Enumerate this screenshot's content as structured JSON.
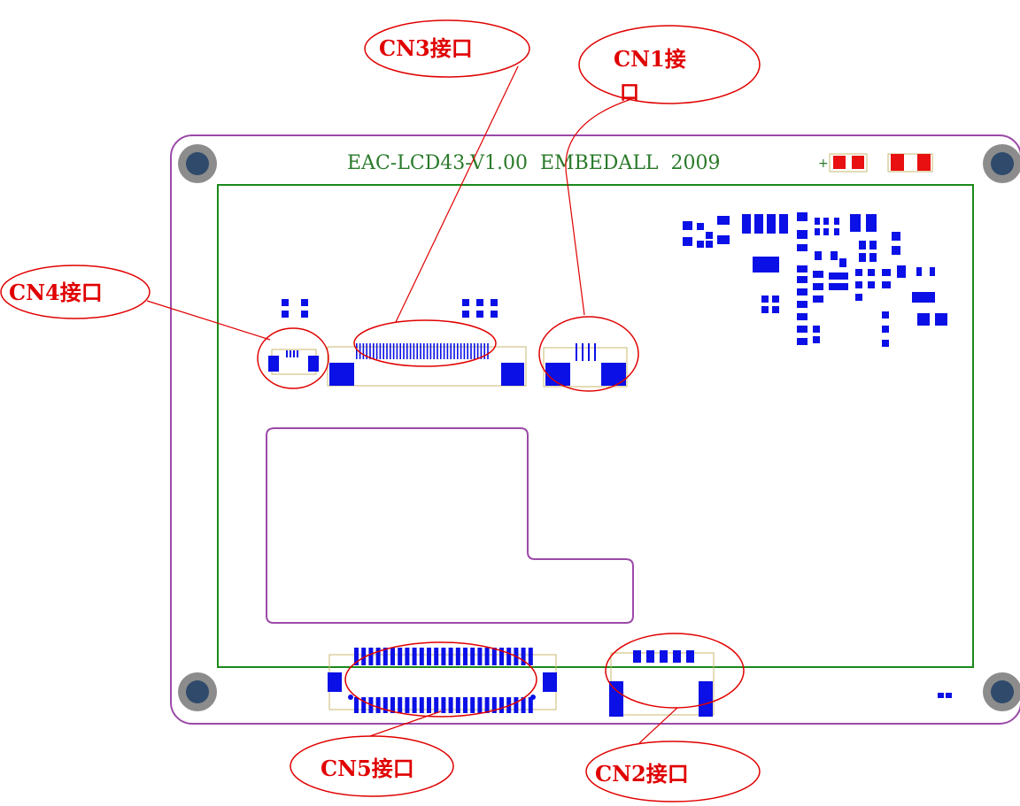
{
  "board": {
    "silkscreen_title": "EAC-LCD43-V1.00  EMBEDALL  2009",
    "plus_mark": "+"
  },
  "callouts": [
    {
      "id": "cn3",
      "label": "CN3接口"
    },
    {
      "id": "cn1",
      "label_line1": "CN1接",
      "label_line2": "口"
    },
    {
      "id": "cn4",
      "label": "CN4接口"
    },
    {
      "id": "cn5",
      "label": "CN5接口"
    },
    {
      "id": "cn2",
      "label": "CN2接口"
    }
  ],
  "colors": {
    "board_outline": "#9b4aa8",
    "lcd_outline": "#1a8a1a",
    "pad_blue": "#0a10e6",
    "pad_red": "#e81010",
    "callout_red": "#e00000",
    "connector_outline": "#c8b870",
    "mount_hole": "#2f4a6b"
  }
}
